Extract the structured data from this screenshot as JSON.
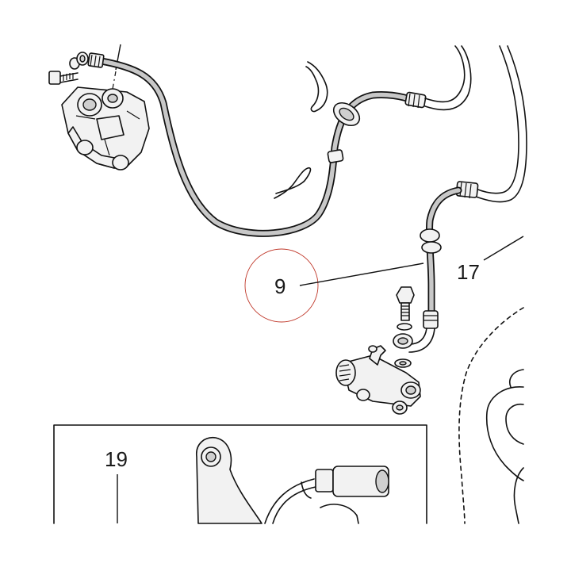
{
  "callouts": {
    "label_9": "9",
    "label_17": "17",
    "label_19": "19"
  },
  "colors": {
    "hose_fill": "#c8c8c8",
    "outline": "#111111",
    "highlight_circle": "#c0392b"
  },
  "icons": {
    "highlight": "highlight-circle"
  }
}
